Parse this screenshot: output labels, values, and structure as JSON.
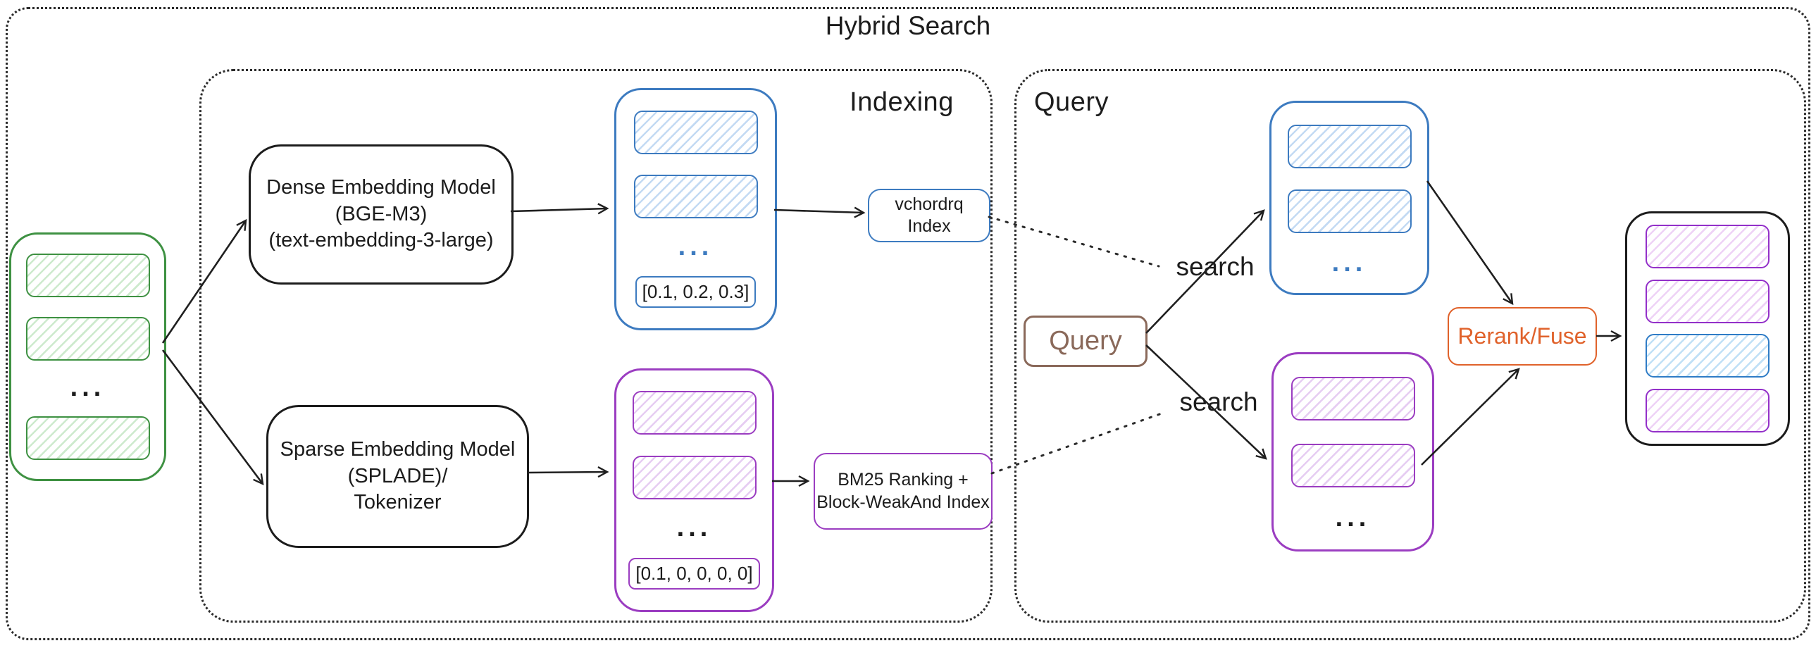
{
  "title": "Hybrid Search",
  "ellipsis": "...",
  "sections": {
    "indexing_label": "Indexing",
    "query_label": "Query"
  },
  "indexing": {
    "dense_model_label": "Dense Embedding Model\n(BGE-M3)\n(text-embedding-3-large)",
    "sparse_model_label": "Sparse Embedding Model\n(SPLADE)/\nTokenizer",
    "dense_vector_sample": "[0.1, 0.2, 0.3]",
    "sparse_vector_sample": "[0.1, 0, 0, 0, 0]",
    "dense_index_label": "vchordrq\nIndex",
    "sparse_index_label": "BM25 Ranking +\nBlock-WeakAnd Index"
  },
  "query": {
    "query_box_label": "Query",
    "search_label_top": "search",
    "search_label_bottom": "search",
    "rerank_label": "Rerank/Fuse"
  },
  "colors": {
    "green": "#3e9142",
    "blue": "#3d7bc0",
    "purple": "#9b3dc1",
    "brown": "#8a695a",
    "orange": "#e0622b",
    "ink": "#1c1c1c"
  }
}
